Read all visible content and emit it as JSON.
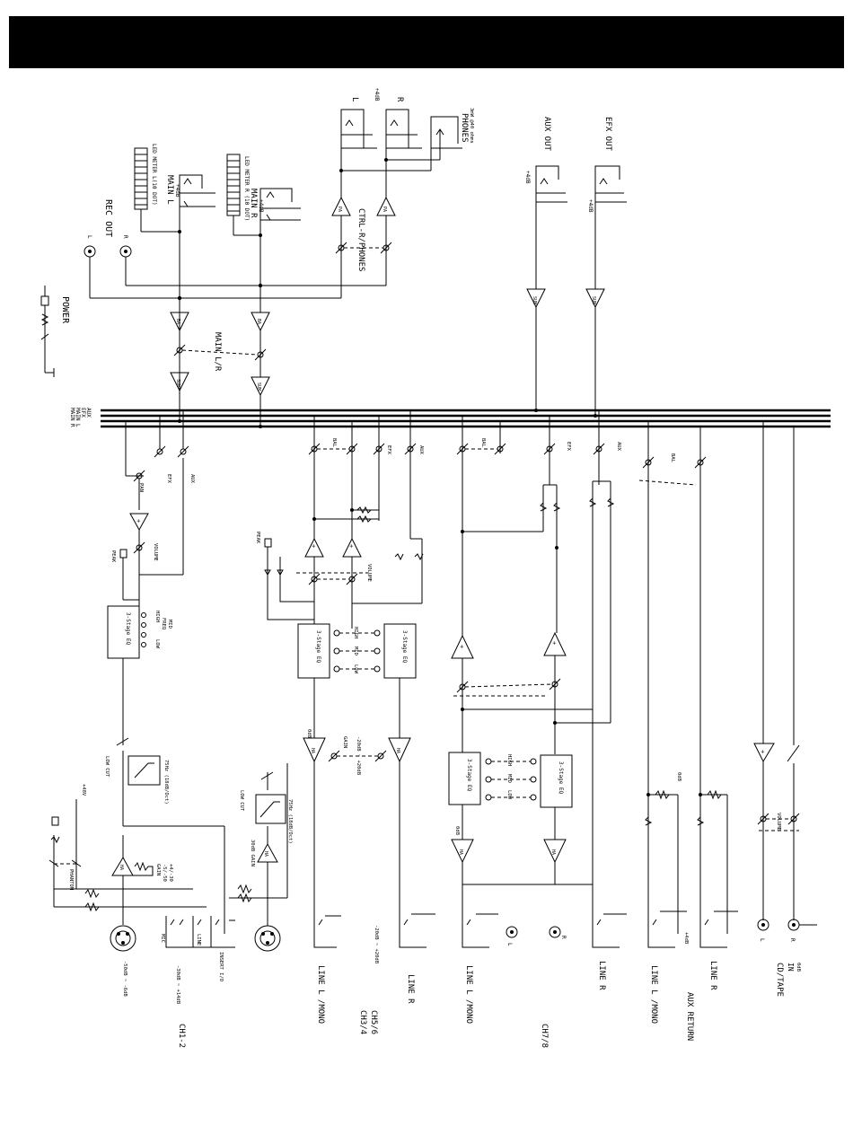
{
  "power": "POWER",
  "rec_out": "REC OUT",
  "led_meter_l": "LED METER L(10 DOT)",
  "led_meter_r": "LED METER R (10 DOT)",
  "main_l": "MAIN L",
  "main_r": "MAIN R",
  "plus4db": "+4dB",
  "phones": "PHONES",
  "phones_spec": "3mW @40 ohms",
  "ctrl_phones": "CTRL-R/PHONES",
  "aux_out": "AUX OUT",
  "efx_out": "EFX OUT",
  "main_lr": "MAIN L/R",
  "pa": "PA",
  "sum": "SUM",
  "ba": "BA",
  "bus_labels": [
    "AUX",
    "EFX",
    "MAIN L",
    "MAIN R"
  ],
  "pan": "PAN",
  "bal": "BAL",
  "efx": "EFX",
  "aux": "AUX",
  "volume": "VOLUME",
  "peak": "PEAK",
  "eq3": "3-Stage EQ",
  "high": "HIGH",
  "mid": "MID",
  "low": "LOW",
  "freq": "FREQ",
  "low_cut": "LOW CUT",
  "hpf": "75Hz (18dB/Oct)",
  "gain": "GAIN",
  "gain_range_1": "-5/-50",
  "gain_range_2": "+4/-30",
  "phantom": "PHANTOM",
  "plus48v": "+48V",
  "ha": "HA",
  "thirtydb_gain": "30dB GAIN",
  "odb": "0dB",
  "gain_range_st": "-20dB ~ +20dB",
  "mic": "MIC",
  "line": "LINE",
  "insert_io": "INSERT I/O",
  "mic_range": "-50dB ~ -6dB",
  "line_range": "-30dB ~ +14dB",
  "line_l_mono": "LINE L /MONO",
  "line_r": "LINE R",
  "l": "L",
  "r": "R",
  "ch12": "CH1-2",
  "ch34": "CH3/4",
  "ch56": "CH5/6",
  "ch78": "CH7/8",
  "aux_return": "AUX RETURN",
  "cd_tape": "CD/TAPE",
  "in": "IN",
  "plus": "+"
}
